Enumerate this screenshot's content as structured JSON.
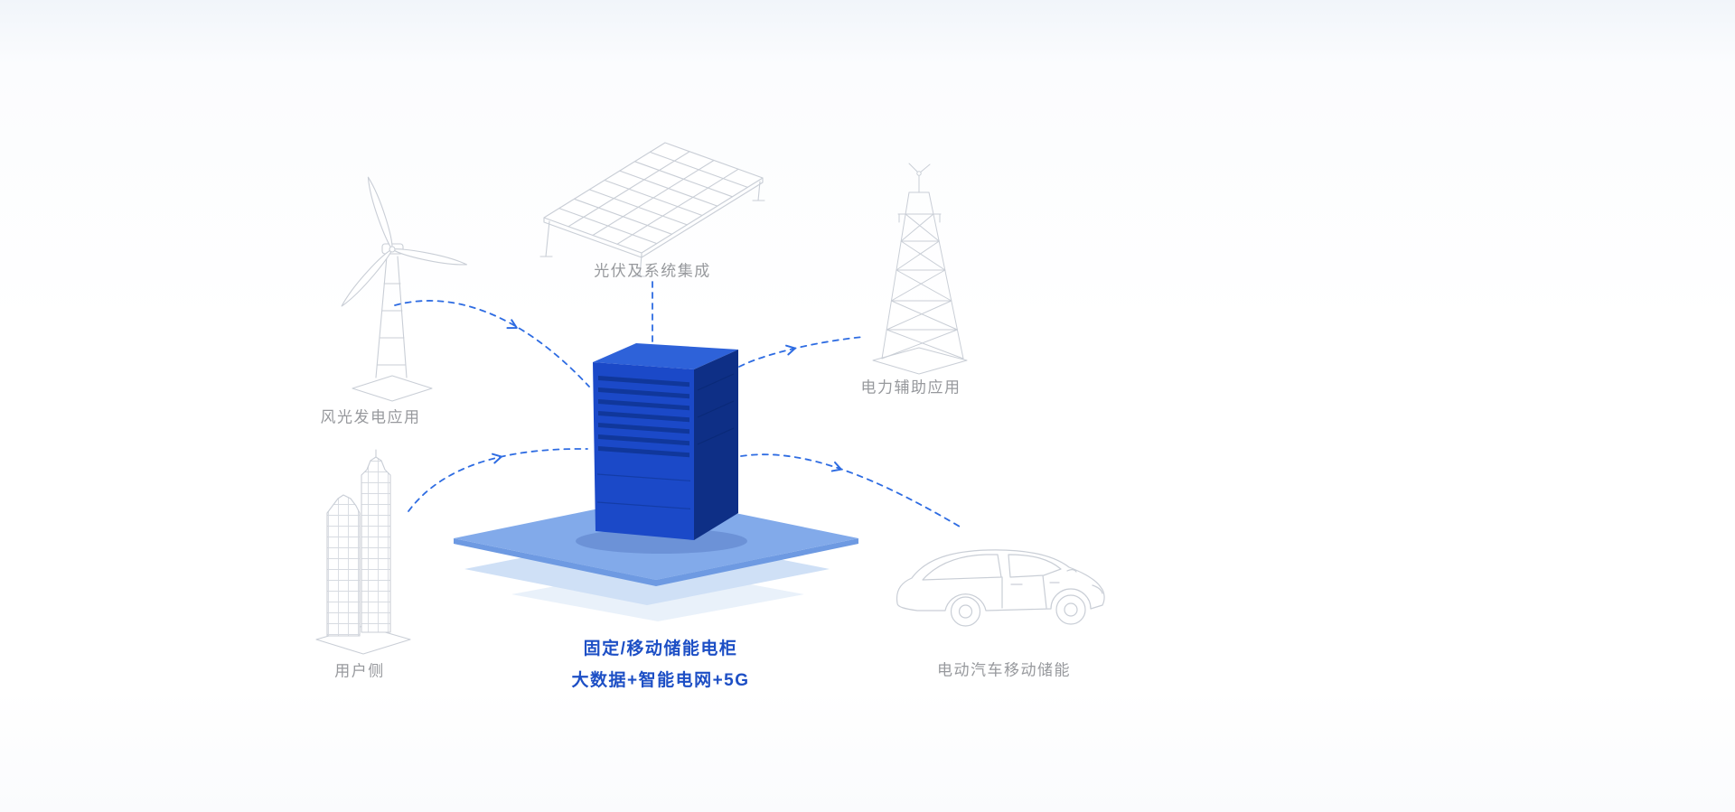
{
  "diagram": {
    "center_label": {
      "line1": "固定/移动储能电柜",
      "line2": "大数据+智能电网+5G"
    },
    "nodes": {
      "solar": {
        "label": "光伏及系统集成"
      },
      "wind": {
        "label": "风光发电应用"
      },
      "power": {
        "label": "电力辅助应用"
      },
      "user": {
        "label": "用户侧"
      },
      "ev": {
        "label": "电动汽车移动储能"
      }
    },
    "colors": {
      "arrow": "#2e6ce2",
      "lineart": "#c9ced6",
      "cabinet_front": "#1b49c8",
      "cabinet_side": "#0e2f86",
      "cabinet_top": "#2e62d9",
      "cabinet_slat": "#0f3595",
      "platform_main": "#82aaea",
      "platform_edge": "#6e9ae2",
      "platform_layer2": "#cfe0f6",
      "platform_layer3": "#e9f1fa",
      "label_gray": "#97999d",
      "label_blue": "#1d4fc5"
    }
  }
}
